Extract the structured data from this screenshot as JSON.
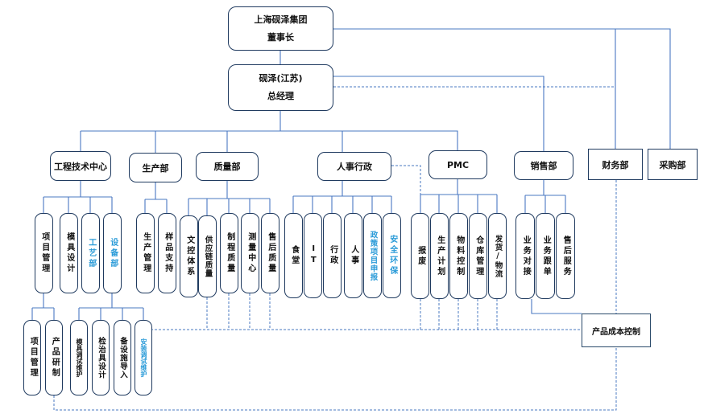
{
  "top": {
    "chairman_org": "上海砚泽集团",
    "chairman_title": "董事长",
    "gm_org": "砚泽(江苏)",
    "gm_title": "总经理"
  },
  "departments": {
    "engineering": "工程技术中心",
    "production": "生产部",
    "quality": "质量部",
    "hr": "人事行政",
    "pmc": "PMC",
    "sales": "销售部",
    "finance": "财务部",
    "purchasing": "采购部"
  },
  "engineering_units": {
    "project_mgmt": "项目管理",
    "mold_design": "模具设计",
    "process": "工艺部",
    "equipment": "设备部"
  },
  "project_sub": {
    "project_mgmt": "项目管理",
    "product_dev": "产品研制"
  },
  "equipment_sub": {
    "mold_maint": "模具调试维护",
    "fixture_design": "检治具设计",
    "equip_import": "备设施导入",
    "install_maint": "安装调试维护"
  },
  "production_units": {
    "prod_mgmt": "生产管理",
    "sample_support": "样品支持"
  },
  "quality_units": {
    "doc_control": "文控体系",
    "supply_quality": "供应链质量",
    "process_quality": "制程质量",
    "measure_center": "测量中心",
    "after_sales_quality": "售后质量"
  },
  "hr_units": {
    "canteen": "食堂",
    "it": "IT",
    "admin": "行政",
    "personnel": "人事",
    "policy_projects": "政策项目申报",
    "safety_env": "安全环保"
  },
  "pmc_units": {
    "scrap": "报废",
    "prod_plan": "生产计划",
    "material_control": "物料控制",
    "warehouse": "仓库管理",
    "shipping": "发货/物流"
  },
  "sales_units": {
    "biz_dock": "业务对接",
    "biz_follow": "业务跟单",
    "after_sales": "售后服务"
  },
  "cost_control": "产品成本控制",
  "colors": {
    "solid_line": "#4a78c2",
    "dashed_line": "#4a78c2",
    "box_border": "#1f3a5f",
    "highlight_text": "#2a9bd8"
  }
}
